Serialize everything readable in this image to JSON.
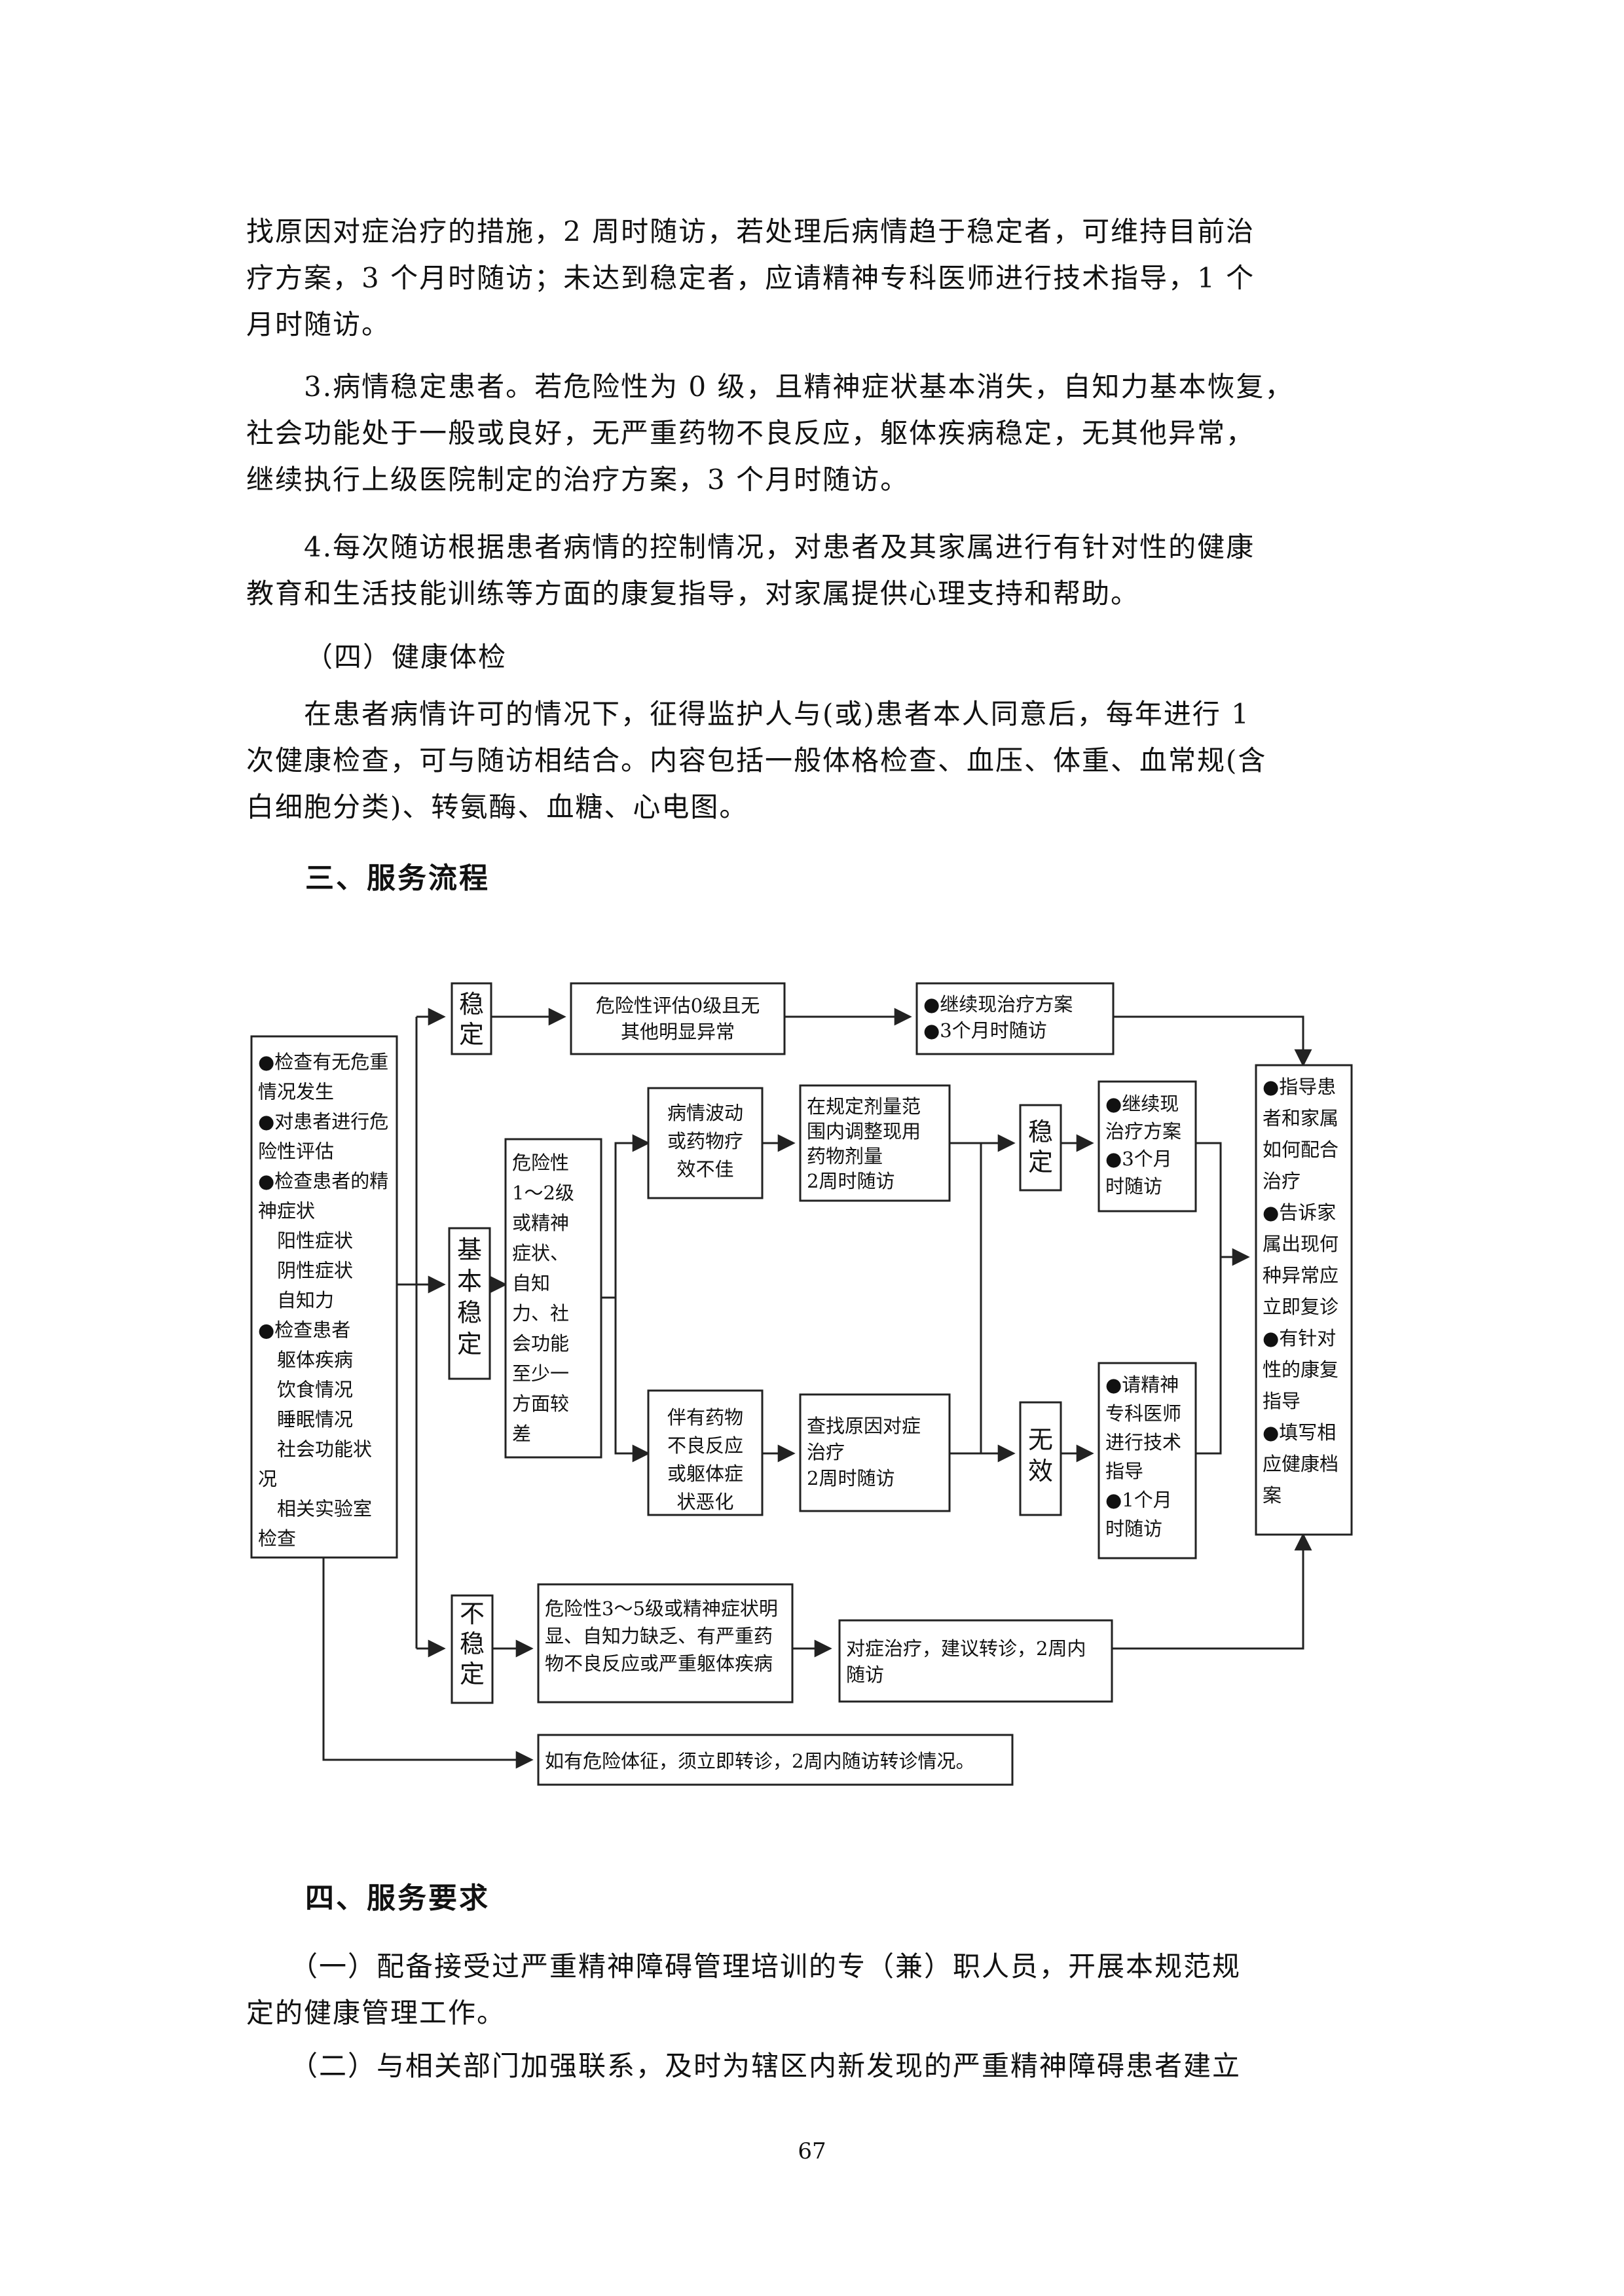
{
  "paragraphs_top": [
    {
      "lines": [
        "找原因对症治疗的措施，2 周时随访，若处理后病情趋于稳定者，可维持目前治",
        "疗方案，3 个月时随访；未达到稳定者，应请精神专科医师进行技术指导，1 个",
        "月时随访。"
      ]
    },
    {
      "lines": [
        "　　3.病情稳定患者。若危险性为 0 级，且精神症状基本消失，自知力基本恢复，",
        "社会功能处于一般或良好，无严重药物不良反应，躯体疾病稳定，无其他异常，",
        "继续执行上级医院制定的治疗方案，3 个月时随访。"
      ]
    },
    {
      "lines": [
        "　　4.每次随访根据患者病情的控制情况，对患者及其家属进行有针对性的健康",
        "教育和生活技能训练等方面的康复指导，对家属提供心理支持和帮助。"
      ]
    }
  ],
  "heading_health_check": "（四）健康体检",
  "paragraph_health_check": {
    "lines": [
      "　　在患者病情许可的情况下，征得监护人与(或)患者本人同意后，每年进行 1",
      "次健康检查，可与随访相结合。内容包括一般体格检查、血压、体重、血常规(含",
      "白细胞分类)、转氨酶、血糖、心电图。"
    ]
  },
  "heading_process": "三、服务流程",
  "flowchart": {
    "left_box": [
      "●检查有无危重",
      "情况发生",
      "●对患者进行危",
      "险性评估",
      "●检查患者的精",
      "神症状",
      "　阳性症状",
      "　阴性症状",
      "　自知力",
      "●检查患者",
      "　躯体疾病",
      "　饮食情况",
      "　睡眠情况",
      "　社会功能状",
      "况",
      "　相关实验室",
      "检查"
    ],
    "stable": [
      "稳",
      "定"
    ],
    "basic_stable": [
      "基",
      "本",
      "稳",
      "定"
    ],
    "unstable": [
      "不",
      "稳",
      "定"
    ],
    "risk0": [
      "危险性评估0级且无",
      "其他明显异常"
    ],
    "continue_top": [
      "●继续现治疗方案",
      "●3个月时随访"
    ],
    "risk12": [
      "危险性",
      "1～2级",
      "或精神",
      "症状、",
      "自知",
      "力、社",
      "会功能",
      "至少一",
      "方面较",
      "差"
    ],
    "fluctuate": [
      "病情波动",
      "或药物疗",
      "效不佳"
    ],
    "adverse": [
      "伴有药物",
      "不良反应",
      "或躯体症",
      "状恶化"
    ],
    "adjust": [
      "在规定剂量范",
      "围内调整现用",
      "药物剂量",
      "2周时随访"
    ],
    "find_cause": [
      "查找原因对症",
      "治疗",
      "2周时随访"
    ],
    "stable2": [
      "稳",
      "定"
    ],
    "ineffective": [
      "无",
      "效"
    ],
    "continue_mid": [
      "●继续现",
      "治疗方案",
      "●3个月",
      "时随访"
    ],
    "consult": [
      "●请精神",
      "专科医师",
      "进行技术",
      "指导",
      "●1个月",
      "时随访"
    ],
    "right_box": [
      "●指导患",
      "者和家属",
      "如何配合",
      "治疗",
      "●告诉家",
      "属出现何",
      "种异常应",
      "立即复诊",
      "●有针对",
      "性的康复",
      "指导",
      "●填写相",
      "应健康档",
      "案"
    ],
    "risk35": [
      "危险性3～5级或精神症状明",
      "显、自知力缺乏、有严重药",
      "物不良反应或严重躯体疾病"
    ],
    "refer": [
      "对症治疗，建议转诊，2周内",
      "随访"
    ],
    "danger": "如有危险体征，须立即转诊，2周内随访转诊情况。"
  },
  "heading_requirements": "四、服务要求",
  "paragraph_req1": {
    "lines": [
      "　　（一）配备接受过严重精神障碍管理培训的专（兼）职人员，开展本规范规",
      "定的健康管理工作。"
    ]
  },
  "paragraph_req2": {
    "lines": [
      "　　（二）与相关部门加强联系，及时为辖区内新发现的严重精神障碍患者建立"
    ]
  },
  "page_number": "67"
}
